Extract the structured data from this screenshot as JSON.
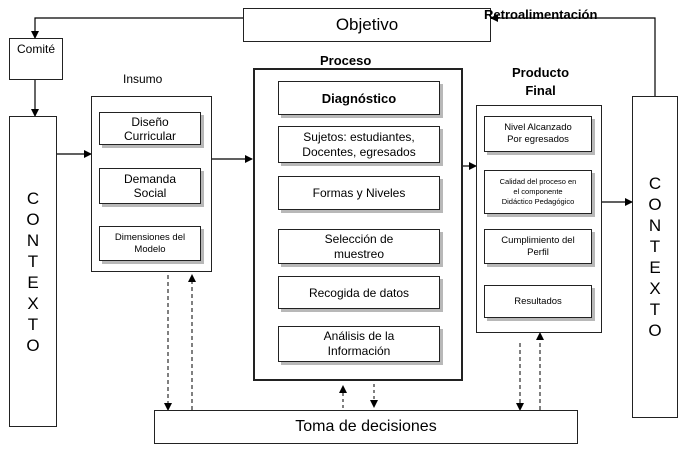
{
  "diagram": {
    "objetivo": "Objetivo",
    "retroalimentacion": "Retroalimentación",
    "comite": "Comité",
    "contexto_letters": [
      "C",
      "O",
      "N",
      "T",
      "E",
      "X",
      "T",
      "O"
    ],
    "insumo": {
      "title": "Insumo",
      "items": [
        "Diseño\nCurricular",
        "Demanda\nSocial",
        "Dimensiones del\nModelo"
      ]
    },
    "proceso": {
      "title": "Proceso",
      "items": [
        "Diagnóstico",
        "Sujetos: estudiantes,\nDocentes, egresados",
        "Formas y Niveles",
        "Selección de\nmuestreo",
        "Recogida de datos",
        "Análisis de la\nInformación"
      ]
    },
    "producto": {
      "title": "Producto\nFinal",
      "items": [
        "Nivel Alcanzado\nPor egresados",
        "Calidad del proceso en\nel componente\nDidáctico Pedagógico",
        "Cumplimiento del\nPerfil",
        "Resultados"
      ]
    },
    "toma": "Toma de decisiones"
  }
}
